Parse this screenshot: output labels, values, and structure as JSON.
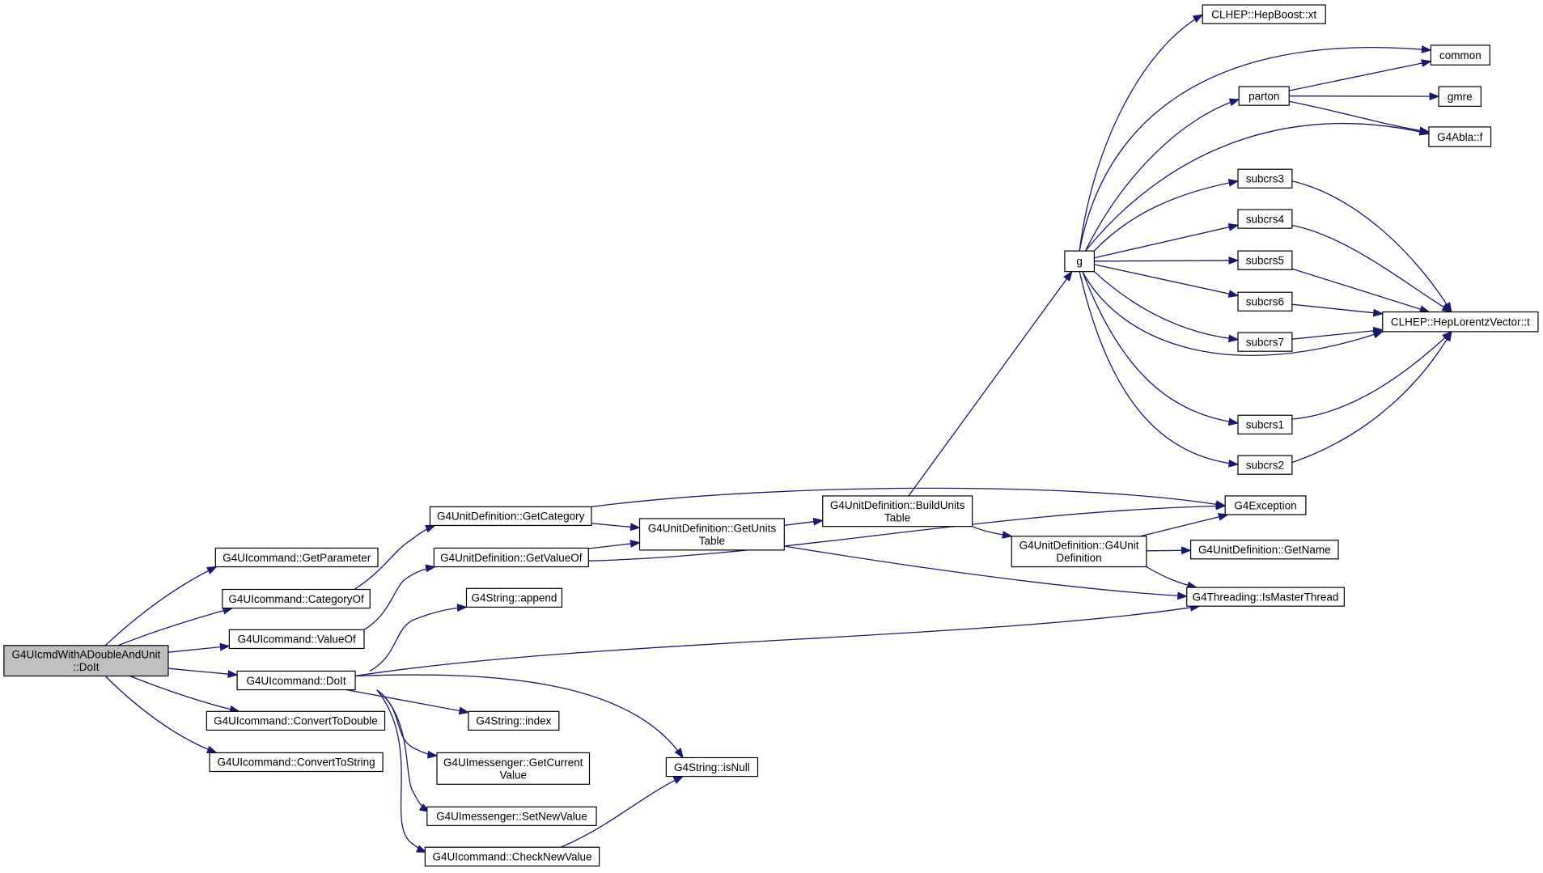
{
  "graph": {
    "nodes": [
      {
        "id": "root",
        "lines": [
          "G4UIcmdWithADoubleAndUnit",
          "::DoIt"
        ],
        "root": true
      },
      {
        "id": "getParameter",
        "lines": [
          "G4UIcommand::GetParameter"
        ]
      },
      {
        "id": "categoryOf",
        "lines": [
          "G4UIcommand::CategoryOf"
        ]
      },
      {
        "id": "valueOf",
        "lines": [
          "G4UIcommand::ValueOf"
        ]
      },
      {
        "id": "uiDoIt",
        "lines": [
          "G4UIcommand::DoIt"
        ]
      },
      {
        "id": "convToDouble",
        "lines": [
          "G4UIcommand::ConvertToDouble"
        ]
      },
      {
        "id": "convToString",
        "lines": [
          "G4UIcommand::ConvertToString"
        ]
      },
      {
        "id": "udGetCategory",
        "lines": [
          "G4UnitDefinition::GetCategory"
        ]
      },
      {
        "id": "udGetValueOf",
        "lines": [
          "G4UnitDefinition::GetValueOf"
        ]
      },
      {
        "id": "strAppend",
        "lines": [
          "G4String::append"
        ]
      },
      {
        "id": "strIndex",
        "lines": [
          "G4String::index"
        ]
      },
      {
        "id": "msgGetCurrent",
        "lines": [
          "G4UImessenger::GetCurrent",
          "Value"
        ]
      },
      {
        "id": "msgSetNew",
        "lines": [
          "G4UImessenger::SetNewValue"
        ]
      },
      {
        "id": "checkNew",
        "lines": [
          "G4UIcommand::CheckNewValue"
        ]
      },
      {
        "id": "udGetUnitsTable",
        "lines": [
          "G4UnitDefinition::GetUnits",
          "Table"
        ]
      },
      {
        "id": "strIsNull",
        "lines": [
          "G4String::isNull"
        ]
      },
      {
        "id": "udBuildUnits",
        "lines": [
          "G4UnitDefinition::BuildUnits",
          "Table"
        ]
      },
      {
        "id": "udCtor",
        "lines": [
          "G4UnitDefinition::G4Unit",
          "Definition"
        ]
      },
      {
        "id": "g",
        "lines": [
          "g"
        ]
      },
      {
        "id": "g4exception",
        "lines": [
          "G4Exception"
        ]
      },
      {
        "id": "udGetName",
        "lines": [
          "G4UnitDefinition::GetName"
        ]
      },
      {
        "id": "isMaster",
        "lines": [
          "G4Threading::IsMasterThread"
        ]
      },
      {
        "id": "hepBoostXt",
        "lines": [
          "CLHEP::HepBoost::xt"
        ]
      },
      {
        "id": "parton",
        "lines": [
          "parton"
        ]
      },
      {
        "id": "subcrs3",
        "lines": [
          "subcrs3"
        ]
      },
      {
        "id": "subcrs4",
        "lines": [
          "subcrs4"
        ]
      },
      {
        "id": "subcrs5",
        "lines": [
          "subcrs5"
        ]
      },
      {
        "id": "subcrs6",
        "lines": [
          "subcrs6"
        ]
      },
      {
        "id": "subcrs7",
        "lines": [
          "subcrs7"
        ]
      },
      {
        "id": "subcrs1",
        "lines": [
          "subcrs1"
        ]
      },
      {
        "id": "subcrs2",
        "lines": [
          "subcrs2"
        ]
      },
      {
        "id": "common",
        "lines": [
          "common"
        ]
      },
      {
        "id": "gmre",
        "lines": [
          "gmre"
        ]
      },
      {
        "id": "g4ablaF",
        "lines": [
          "G4Abla::f"
        ]
      },
      {
        "id": "hepLorentzT",
        "lines": [
          "CLHEP::HepLorentzVector::t"
        ]
      }
    ],
    "edges": [
      [
        "root",
        "getParameter"
      ],
      [
        "root",
        "categoryOf"
      ],
      [
        "root",
        "valueOf"
      ],
      [
        "root",
        "uiDoIt"
      ],
      [
        "root",
        "convToDouble"
      ],
      [
        "root",
        "convToString"
      ],
      [
        "categoryOf",
        "udGetCategory"
      ],
      [
        "valueOf",
        "udGetValueOf"
      ],
      [
        "uiDoIt",
        "strAppend"
      ],
      [
        "uiDoIt",
        "isMaster"
      ],
      [
        "uiDoIt",
        "strIndex"
      ],
      [
        "uiDoIt",
        "strIsNull"
      ],
      [
        "uiDoIt",
        "msgGetCurrent"
      ],
      [
        "uiDoIt",
        "msgSetNew"
      ],
      [
        "uiDoIt",
        "checkNew"
      ],
      [
        "checkNew",
        "strIsNull"
      ],
      [
        "udGetCategory",
        "udGetUnitsTable"
      ],
      [
        "udGetCategory",
        "g4exception"
      ],
      [
        "udGetValueOf",
        "udGetUnitsTable"
      ],
      [
        "udGetValueOf",
        "g4exception"
      ],
      [
        "udGetUnitsTable",
        "udBuildUnits"
      ],
      [
        "udGetUnitsTable",
        "isMaster"
      ],
      [
        "udBuildUnits",
        "g"
      ],
      [
        "udBuildUnits",
        "udCtor"
      ],
      [
        "udCtor",
        "g4exception"
      ],
      [
        "udCtor",
        "udGetName"
      ],
      [
        "udCtor",
        "isMaster"
      ],
      [
        "g",
        "hepBoostXt"
      ],
      [
        "g",
        "common"
      ],
      [
        "g",
        "parton"
      ],
      [
        "g",
        "g4ablaF"
      ],
      [
        "g",
        "subcrs3"
      ],
      [
        "g",
        "subcrs4"
      ],
      [
        "g",
        "subcrs5"
      ],
      [
        "g",
        "subcrs6"
      ],
      [
        "g",
        "subcrs7"
      ],
      [
        "g",
        "hepLorentzT"
      ],
      [
        "g",
        "subcrs1"
      ],
      [
        "g",
        "subcrs2"
      ],
      [
        "parton",
        "common"
      ],
      [
        "parton",
        "gmre"
      ],
      [
        "parton",
        "g4ablaF"
      ],
      [
        "subcrs3",
        "hepLorentzT"
      ],
      [
        "subcrs4",
        "hepLorentzT"
      ],
      [
        "subcrs5",
        "hepLorentzT"
      ],
      [
        "subcrs6",
        "hepLorentzT"
      ],
      [
        "subcrs7",
        "hepLorentzT"
      ],
      [
        "subcrs1",
        "hepLorentzT"
      ],
      [
        "subcrs2",
        "hepLorentzT"
      ]
    ]
  }
}
